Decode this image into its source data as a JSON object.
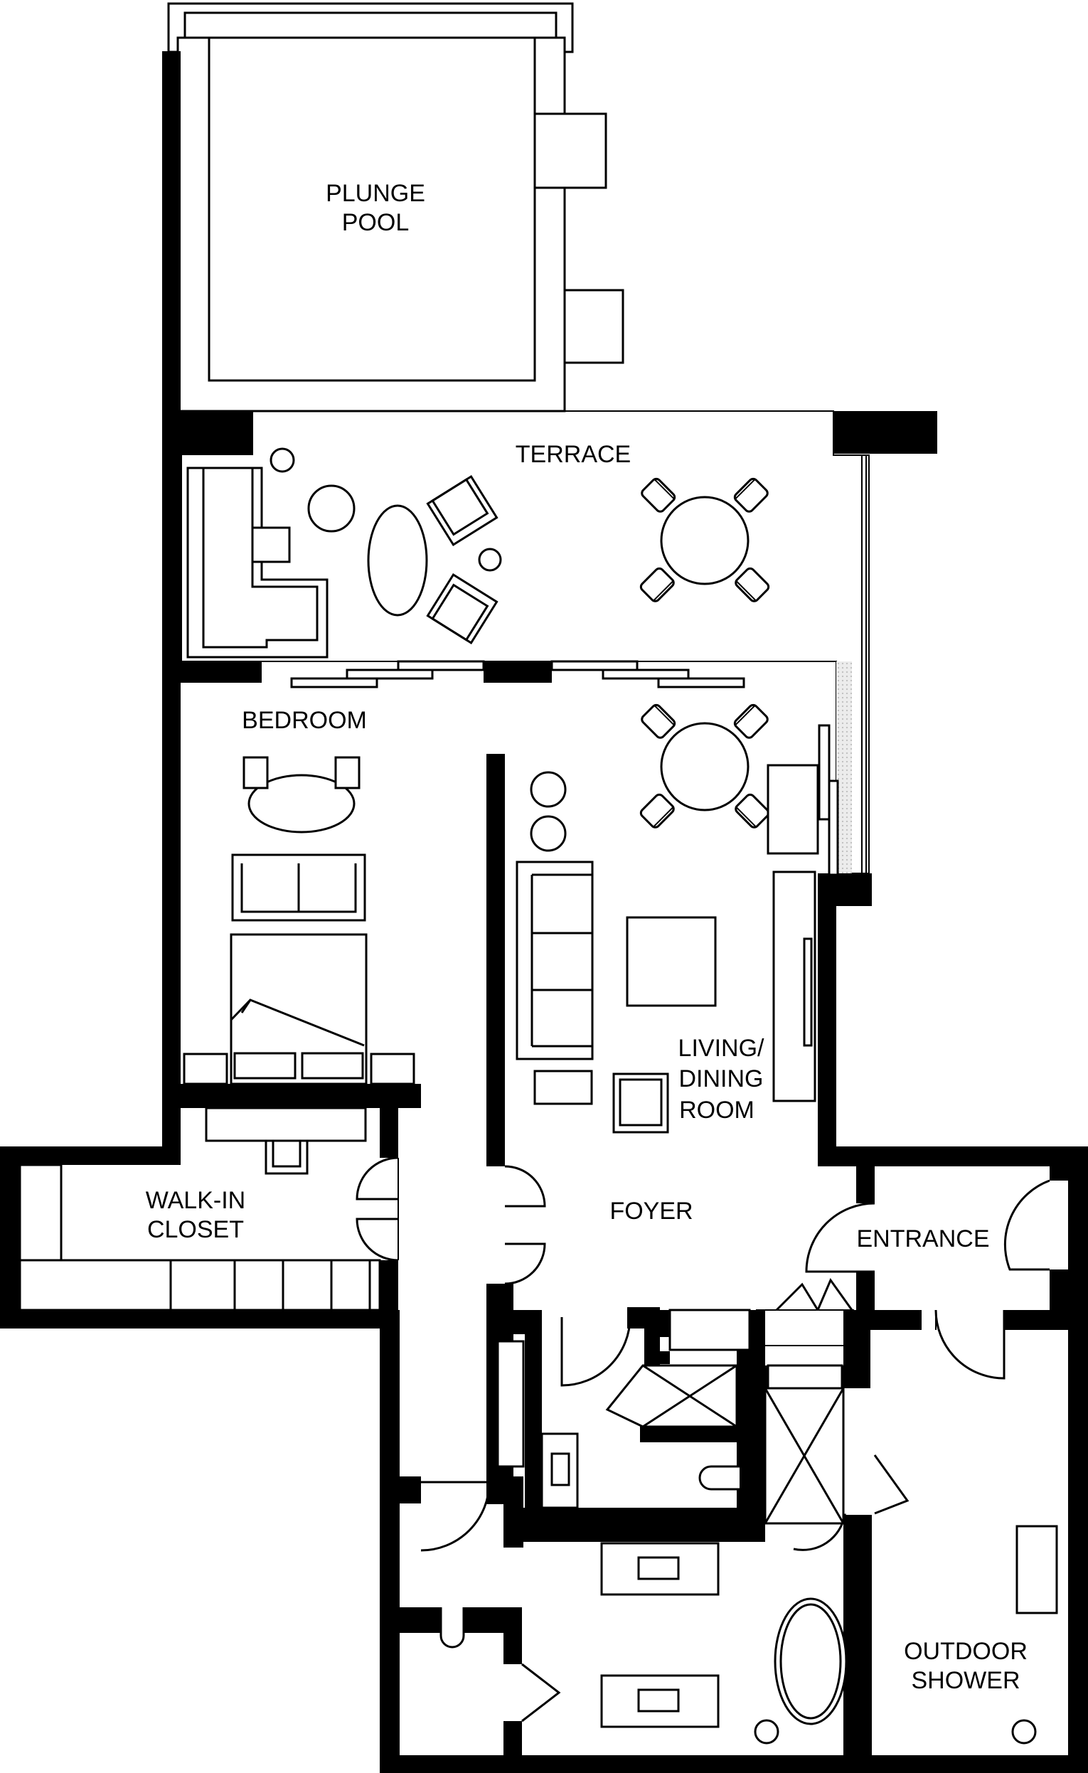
{
  "rooms": {
    "plunge_pool": [
      "PLUNGE",
      "POOL"
    ],
    "terrace": "TERRACE",
    "bedroom": "BEDROOM",
    "living_dining": [
      "LIVING/",
      "DINING",
      "ROOM"
    ],
    "walk_in_closet": [
      "WALK-IN",
      "CLOSET"
    ],
    "foyer": "FOYER",
    "entrance": "ENTRANCE",
    "outdoor_shower": [
      "OUTDOOR",
      "SHOWER"
    ]
  },
  "colors": {
    "wall": "#000000",
    "line": "#000000",
    "terrace_fill": "#e6e6e6",
    "background": "#ffffff"
  }
}
